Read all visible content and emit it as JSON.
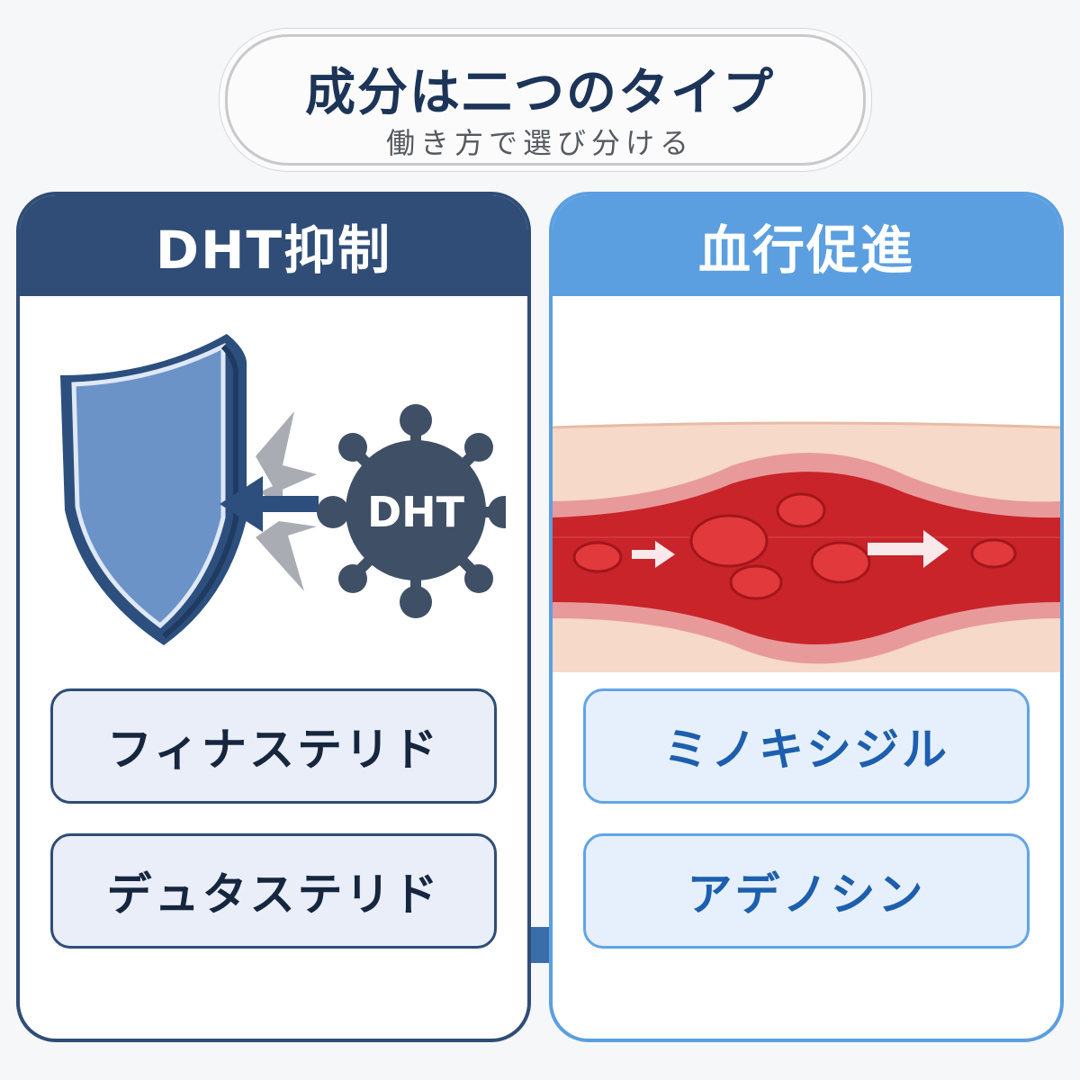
{
  "header": {
    "title": "成分は二つのタイプ",
    "subtitle": "働き方で選び分ける"
  },
  "left_panel": {
    "heading": "DHT抑制",
    "molecule_label": "DHT",
    "items": [
      "フィナステリド",
      "デュタステリド"
    ]
  },
  "right_panel": {
    "heading": "血行促進",
    "items": [
      "ミノキシジル",
      "アデノシン"
    ]
  },
  "colors": {
    "navy": "#2f4d76",
    "sky_blue": "#5b9fe0",
    "blood_red": "#c8242a"
  },
  "icons": [
    "shield-icon",
    "dht-molecule-icon",
    "arrow-icon",
    "blood-vessel-icon",
    "hair-icon",
    "red-blood-cell-icon"
  ]
}
